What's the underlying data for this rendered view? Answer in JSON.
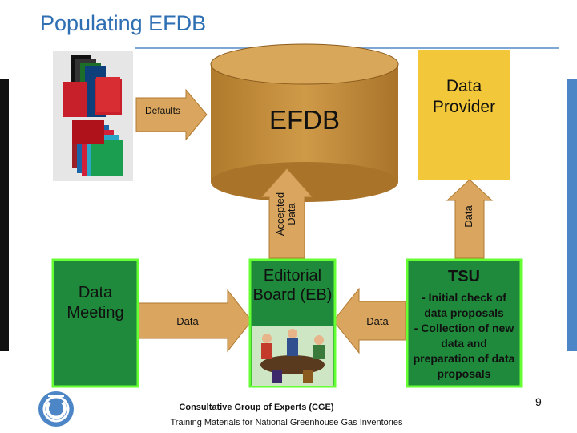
{
  "title": "Populating EFDB",
  "nodes": {
    "efdb": "EFDB",
    "data_provider": "Data Provider",
    "data_meeting": "Data Meeting",
    "editorial_board": "Editorial Board (EB)",
    "tsu_title": "TSU",
    "tsu_body": "- Initial check of data proposals\n- Collection of new data and preparation of data proposals"
  },
  "arrows": {
    "defaults": "Defaults",
    "accepted_data": "Accepted Data",
    "provider_data": "Data",
    "meeting_data": "Data",
    "tsu_data": "Data"
  },
  "footer": {
    "org": "Consultative Group of Experts (CGE)",
    "materials": "Training Materials for National Greenhouse Gas Inventories",
    "page": "9"
  },
  "colors": {
    "title": "#2f6fb3",
    "cylinder_fill": "#c8913c",
    "cylinder_top": "#d49e4a",
    "provider_fill": "#f2c83a",
    "meeting_fill": "#1f8a3b",
    "tsu_fill": "#1f8a3b",
    "border_green": "#66ff33",
    "arrow_fill": "#d9a55f",
    "arrow_stroke": "#b07a30"
  }
}
